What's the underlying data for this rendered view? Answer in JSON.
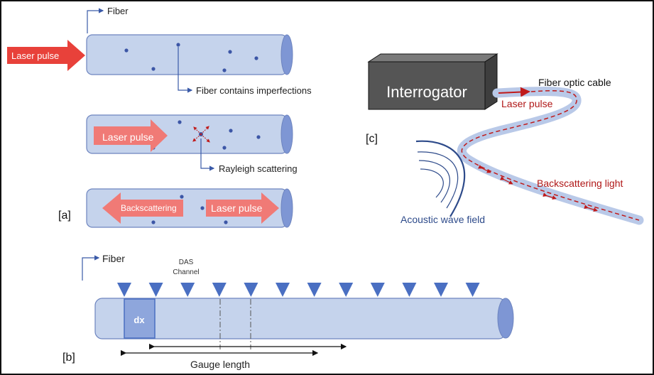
{
  "panel_a": {
    "label": "[a]",
    "fiber_label": "Fiber",
    "laser_pulse": "Laser pulse",
    "imperfections_label": "Fiber contains imperfections",
    "rayleigh_label": "Rayleigh scattering",
    "backscattering": "Backscattering"
  },
  "panel_b": {
    "label": "[b]",
    "fiber_label": "Fiber",
    "das_channel_line1": "DAS",
    "das_channel_line2": "Channel",
    "dx_label": "dx",
    "gauge_length_label": "Gauge length",
    "channel_count": 12
  },
  "panel_c": {
    "label": "[c]",
    "interrogator": "Interrogator",
    "fiber_optic_cable": "Fiber optic cable",
    "laser_pulse": "Laser pulse",
    "backscattering_light": "Backscattering light",
    "acoustic_wave_field": "Acoustic wave field"
  },
  "colors": {
    "fiber_fill": "#c5d3ec",
    "fiber_stroke": "#6d84bf",
    "fiber_end": "#7e96d4",
    "dot": "#3c56a6",
    "laser_red": "#e8413a",
    "arrow_pink": "#f07a76",
    "dark_red": "#b01717",
    "channel_blue": "#4a6fc2",
    "dx_fill": "#8ea6dc",
    "interrogator_face": "#555555",
    "acoustic_blue": "#2d4a8a",
    "cable_glow": "#b9c9e8"
  }
}
